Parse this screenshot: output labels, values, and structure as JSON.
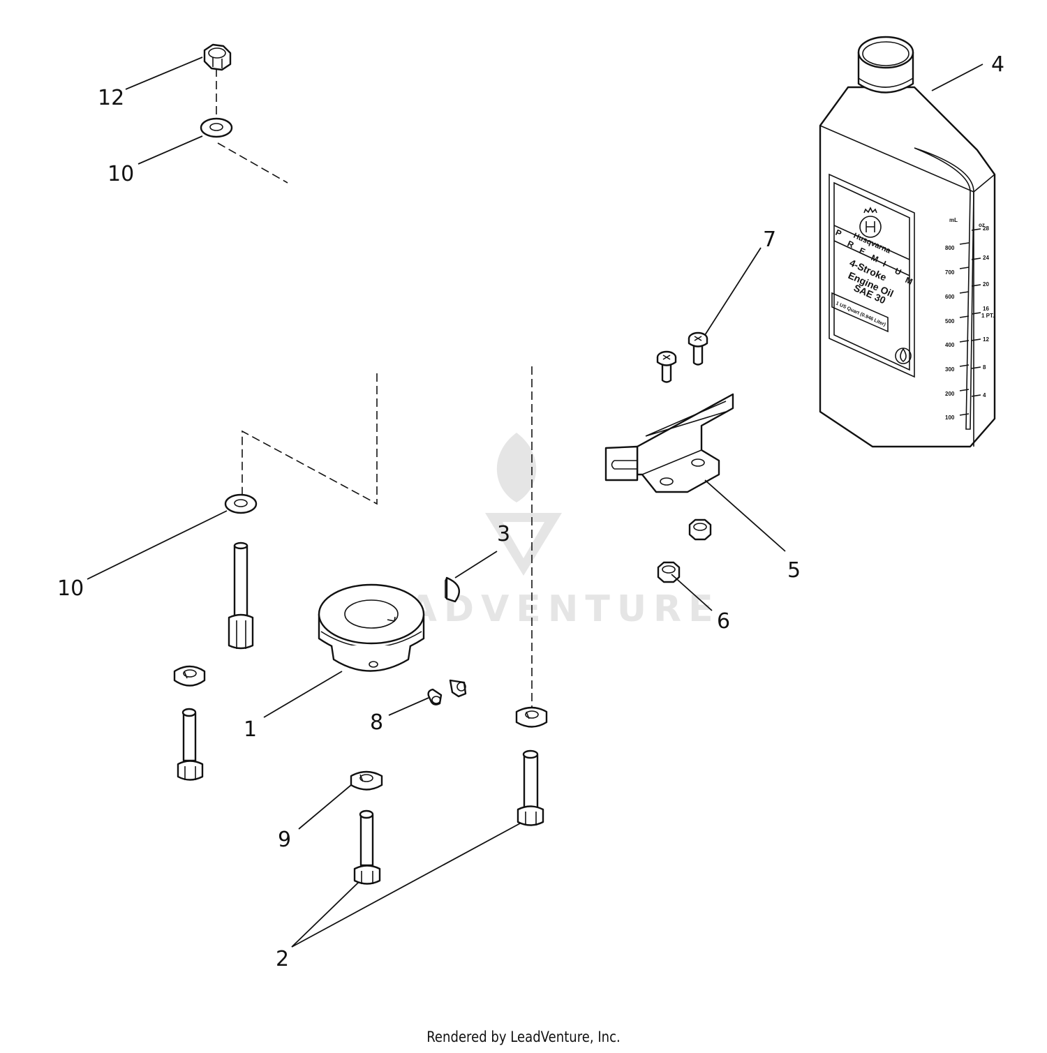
{
  "diagram": {
    "callouts": [
      {
        "id": "c12",
        "label": "12"
      },
      {
        "id": "c10a",
        "label": "10"
      },
      {
        "id": "c4",
        "label": "4"
      },
      {
        "id": "c7",
        "label": "7"
      },
      {
        "id": "c3",
        "label": "3"
      },
      {
        "id": "c5",
        "label": "5"
      },
      {
        "id": "c10b",
        "label": "10"
      },
      {
        "id": "c6",
        "label": "6"
      },
      {
        "id": "c1",
        "label": "1"
      },
      {
        "id": "c8",
        "label": "8"
      },
      {
        "id": "c9",
        "label": "9"
      },
      {
        "id": "c2",
        "label": "2"
      }
    ],
    "bottle_label": {
      "brand": "Husqvarna",
      "premium_letters": [
        "P",
        "R",
        "E",
        "M",
        "I",
        "U",
        "M"
      ],
      "line1": "4-Stroke",
      "line2": "Engine Oil",
      "line3": "SAE 30",
      "volume": "1 US Quart (0.946 Liter)"
    },
    "bottle_scale": {
      "ml_header": "mL",
      "oz_header": "oz",
      "ml_marks": [
        "800",
        "700",
        "600",
        "500",
        "400",
        "300",
        "200",
        "100"
      ],
      "oz_marks": [
        "28",
        "24",
        "20",
        "16",
        "12",
        "8",
        "4"
      ],
      "pint_mark": "1 PT."
    },
    "watermark": "LEADVENTURE"
  },
  "footer": {
    "credit": "Rendered by LeadVenture, Inc."
  }
}
